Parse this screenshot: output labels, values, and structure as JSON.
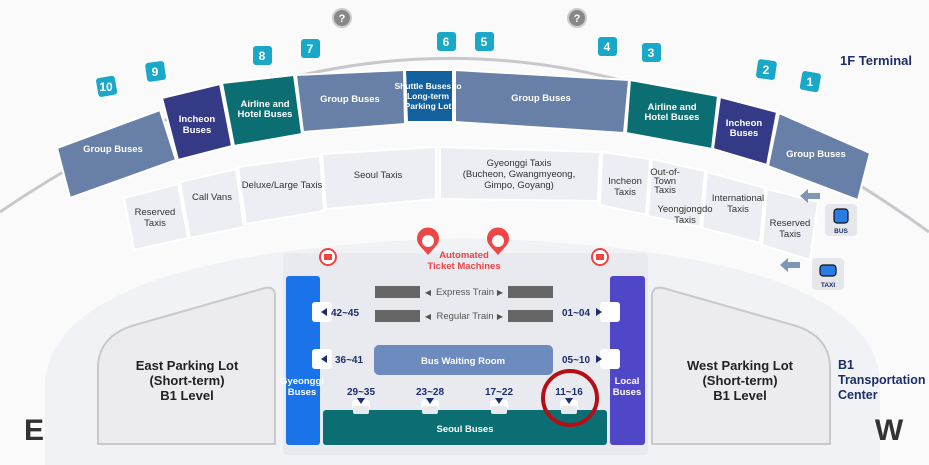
{
  "terminal_label": "1F Terminal",
  "help_icons": [
    "?",
    "?"
  ],
  "gates": [
    "10",
    "9",
    "8",
    "7",
    "6",
    "5",
    "4",
    "3",
    "2",
    "1"
  ],
  "bus_zones": {
    "group_left": [
      "Group Buses"
    ],
    "incheon_left": [
      "Incheon",
      "Buses"
    ],
    "airline_left": [
      "Airline and",
      "Hotel Buses"
    ],
    "group_mid_left": [
      "Group Buses"
    ],
    "shuttle": [
      "Shuttle Buses to",
      "Long-term",
      "Parking Lot"
    ],
    "group_mid_right": [
      "Group Buses"
    ],
    "airline_right": [
      "Airline and",
      "Hotel Buses"
    ],
    "incheon_right": [
      "Incheon",
      "Buses"
    ],
    "group_right": [
      "Group Buses"
    ]
  },
  "taxi_zones": {
    "reserved_left": [
      "Reserved",
      "Taxis"
    ],
    "call_vans": [
      "Call Vans"
    ],
    "deluxe": [
      "Deluxe/Large Taxis"
    ],
    "seoul": [
      "Seoul Taxis"
    ],
    "gyeonggi": [
      "Gyeonggi Taxis",
      "(Bucheon, Gwangmyeong,",
      "Gimpo, Goyang)"
    ],
    "incheon": [
      "Incheon",
      "Taxis"
    ],
    "out_of_town": [
      "Out-of-",
      "Town",
      "Taxis"
    ],
    "yeongjongdo": [
      "Yeongjongdo",
      "Taxis"
    ],
    "international": [
      "International",
      "Taxis"
    ],
    "reserved_right": [
      "Reserved",
      "Taxis"
    ]
  },
  "legend": {
    "bus": "BUS",
    "taxi": "TAXI"
  },
  "b1": {
    "ticket_machines": [
      "Automated",
      "Ticket Machines"
    ],
    "express_train": "Express Train",
    "regular_train": "Regular Train",
    "platforms": {
      "p42_45": "42~45",
      "p01_04": "01~04",
      "p36_41": "36~41",
      "p05_10": "05~10",
      "p29_35": "29~35",
      "p23_28": "23~28",
      "p17_22": "17~22",
      "p11_16": "11~16"
    },
    "bus_waiting_room": "Bus Waiting Room",
    "gyeonggi_buses": [
      "Gyeonggi",
      "Buses"
    ],
    "local_buses": [
      "Local",
      "Buses"
    ],
    "seoul_buses": "Seoul Buses",
    "east_lot": [
      "East Parking Lot",
      "(Short-term)",
      "B1 Level"
    ],
    "west_lot": [
      "West Parking Lot",
      "(Short-term)",
      "B1 Level"
    ],
    "transport_center": [
      "B1",
      "Transportation",
      "Center"
    ],
    "east": "E",
    "west": "W"
  },
  "colors": {
    "group": "#6880a8",
    "incheon": "#343a85",
    "airline": "#0b6e72",
    "shuttle": "#13609e",
    "gate": "#19a8c8",
    "gyeonggi": "#1a73e8",
    "local": "#5046c8",
    "highlight": "#b30f14",
    "ticket": "#f04545"
  }
}
